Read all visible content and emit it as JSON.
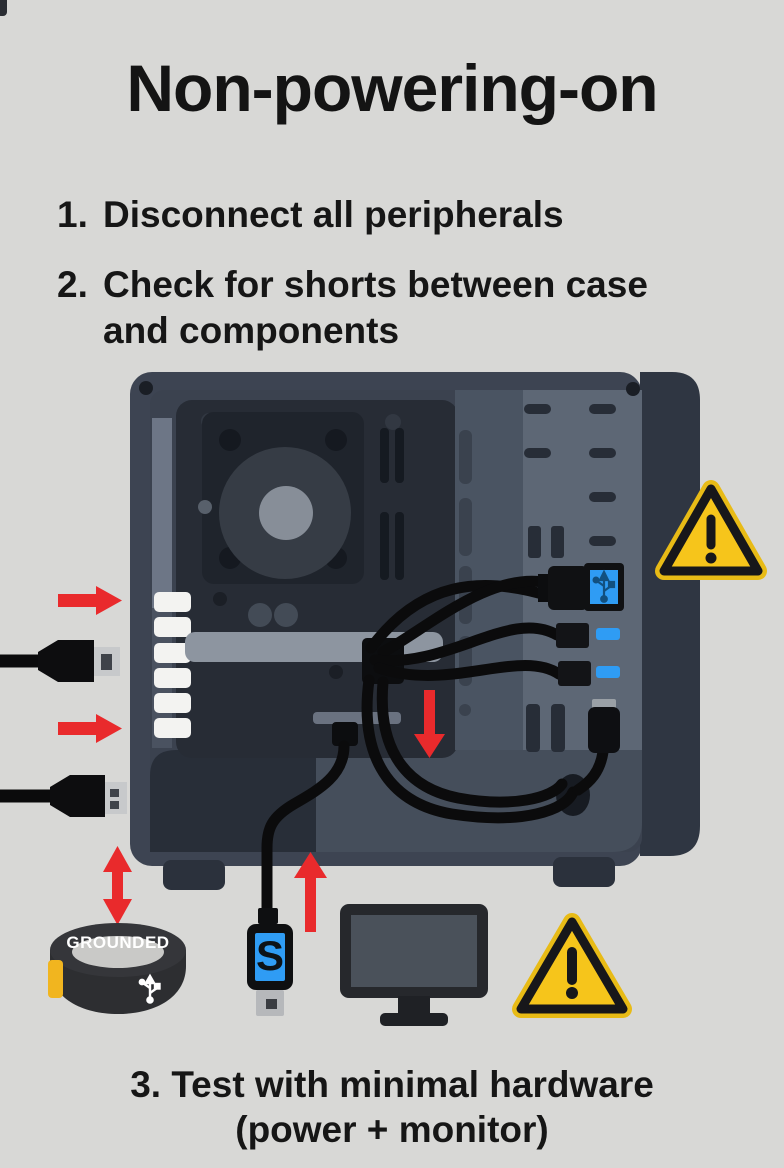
{
  "title": "Non-powering-on",
  "steps": [
    {
      "num": "1.",
      "text": "Disconnect all peripherals"
    },
    {
      "num": "2.",
      "text": "Check for shorts between case",
      "text2": "and components"
    },
    {
      "num": "3.",
      "text": "Test with minimal hardware",
      "text2": "(power + monitor)"
    }
  ],
  "labels": {
    "wrist_strap": "GROUNDED",
    "usb_connector_letter": "S"
  },
  "icons": {
    "warning": "warning-triangle-icon",
    "usb_trident": "usb-trident-icon",
    "monitor": "monitor-icon",
    "red_arrow": "red-arrow-icon",
    "usb_plug": "usb-plug-icon",
    "wrist_strap": "grounded-wrist-strap-icon"
  },
  "colors": {
    "background": "#d8d8d6",
    "text": "#141414",
    "arrow_red": "#e92a2c",
    "warning_yellow": "#f6c51b",
    "usb_blue": "#2f9cf4",
    "case_body": "#3d4452",
    "case_front": "#2f3642",
    "cable_black": "#0b0b0c"
  }
}
